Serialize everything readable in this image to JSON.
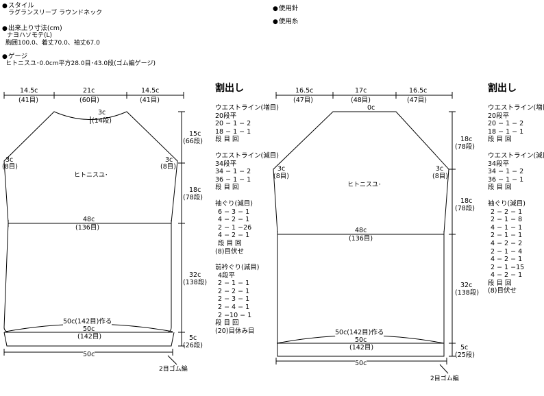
{
  "info": {
    "style_label": "スタイル",
    "style_value": "ラグランスリーブ ラウンドネック",
    "size_label": "出来上り寸法(cm)",
    "size_name": "ナヨハソモテ(L)",
    "size_value": "胸囲100.0、着丈70.0、袖丈67.0",
    "gauge_label": "ゲージ",
    "gauge_value": "ヒトニスユ･0.0cm平方28.0目･43.0段(ゴム編ゲージ)",
    "needle_label": "使用針",
    "yarn_label": "使用糸"
  },
  "front": {
    "top_dims": [
      {
        "c": "14.5c",
        "st": "(41目)"
      },
      {
        "c": "21c",
        "st": "(60目)"
      },
      {
        "c": "14.5c",
        "st": "(41目)"
      }
    ],
    "neck": {
      "c": "3c",
      "st": "(14段)"
    },
    "armhole_left": {
      "c": "3c",
      "st": "(8目)"
    },
    "armhole_right": {
      "c": "3c",
      "st": "(8目)"
    },
    "body_label": "ヒトニスユ･",
    "right_dims": [
      {
        "c": "15c",
        "st": "(66段)"
      },
      {
        "c": "18c",
        "st": "(78段)"
      },
      {
        "c": "32c",
        "st": "(138段)"
      },
      {
        "c": "5c",
        "st": "(26段)"
      }
    ],
    "chest": {
      "c": "48c",
      "st": "(136目)"
    },
    "cast_on": "50c(142目)作る",
    "hem": {
      "c": "50c",
      "st": "(142目)"
    },
    "bottom": "50c",
    "rib": "2目ゴム編"
  },
  "front_calc": {
    "title": "割出し",
    "waist_inc_title": "ウエストライン(増目)",
    "waist_inc": [
      "20段平",
      "20 − 1 − 2",
      "18 − 1 − 1",
      "段  目  回"
    ],
    "waist_dec_title": "ウエストライン(減目)",
    "waist_dec": [
      "34段平",
      "34 − 1 − 2",
      "36 − 1 − 1",
      "段  目  回"
    ],
    "armhole_title": "袖ぐり(減目)",
    "armhole": [
      "6 − 3 − 1",
      "4 − 2 − 1",
      "2 − 1 −26",
      "4 − 2 − 1",
      "段  目  回",
      "(8)目伏せ"
    ],
    "neck_title": "前衿ぐり(減目)",
    "neck": [
      "4段平",
      "2 − 1 − 1",
      "2 − 2 − 1",
      "2 − 3 − 1",
      "2 − 4 − 1",
      "2 −10 − 1",
      "段  目  回",
      "(20)目休み目"
    ]
  },
  "back": {
    "top_dims": [
      {
        "c": "16.5c",
        "st": "(47目)"
      },
      {
        "c": "17c",
        "st": "(48目)"
      },
      {
        "c": "16.5c",
        "st": "(47目)"
      }
    ],
    "neck": {
      "c": "0c"
    },
    "armhole_left": {
      "c": "3c",
      "st": "(8目)"
    },
    "armhole_right": {
      "c": "3c",
      "st": "(8目)"
    },
    "body_label": "ヒトニスユ･",
    "right_dims": [
      {
        "c": "18c",
        "st": "(78段)"
      },
      {
        "c": "18c",
        "st": "(78段)"
      },
      {
        "c": "32c",
        "st": "(138段)"
      },
      {
        "c": "5c",
        "st": "(25段)"
      }
    ],
    "chest": {
      "c": "48c",
      "st": "(136目)"
    },
    "cast_on": "50c(142目)作る",
    "hem": {
      "c": "50c",
      "st": "(142目)"
    },
    "bottom": "50c",
    "rib": "2目ゴム編"
  },
  "back_calc": {
    "title": "割出し",
    "waist_inc_title": "ウエストライン(増目)",
    "waist_inc": [
      "20段平",
      "20 − 1 − 2",
      "18 − 1 − 1",
      "段  目  回"
    ],
    "waist_dec_title": "ウエストライン(減目)",
    "waist_dec": [
      "34段平",
      "34 − 1 − 2",
      "36 − 1 − 1",
      "段  目  回"
    ],
    "armhole_title": "袖ぐり(減目)",
    "armhole": [
      "2 − 2 − 1",
      "2 − 1 − 8",
      "4 − 1 − 1",
      "2 − 1 − 1",
      "4 − 2 − 2",
      "2 − 1 − 4",
      "4 − 2 − 1",
      "2 − 1 −15",
      "4 − 2 − 1",
      "段  目  回",
      "(8)目伏せ"
    ]
  }
}
